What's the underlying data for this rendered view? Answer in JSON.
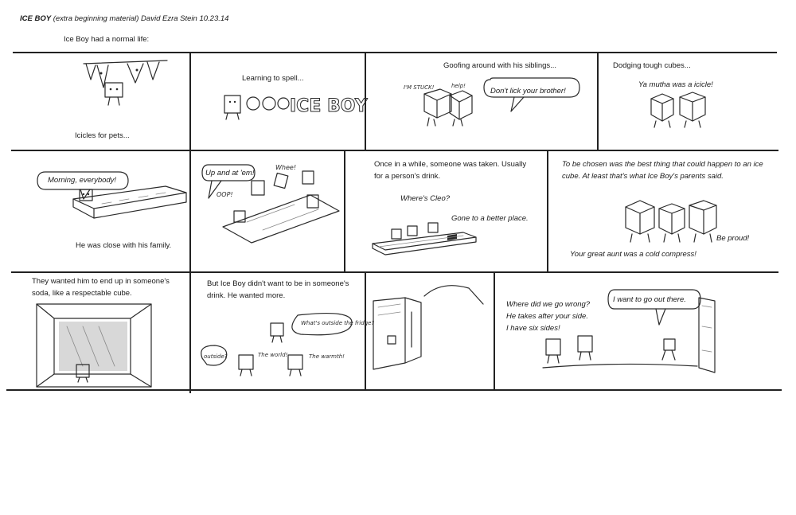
{
  "header": {
    "title_bold": "ICE BOY",
    "title_rest": "(extra beginning material) David Ezra Stein 10.23.14",
    "intro": "Ice Boy had a normal life:"
  },
  "row1": {
    "p1_caption": "Icicles for pets...",
    "p2_caption": "Learning to spell...",
    "p2_letters": "ICE BOY",
    "p3_caption": "Goofing around with his siblings...",
    "p3_balloon": "Don't lick your brother!",
    "p3_sfx_stuck": "I'M STUCK!",
    "p3_sfx_help": "help!",
    "p4_caption": "Dodging tough cubes...",
    "p4_line": "Ya mutha was a icicle!"
  },
  "row2": {
    "p1_balloon": "Morning, everybody!",
    "p1_caption": "He was close with his family.",
    "p2_balloon": "Up and at 'em!",
    "p2_sfx_whee": "Whee!",
    "p2_sfx_oop": "OOP!",
    "p3_caption": "Once in a while, someone was taken. Usually for a person's drink.",
    "p3_line1": "Where's Cleo?",
    "p3_line2": "Gone to a better place.",
    "p4_caption": "To be chosen was the best thing that could happen to an ice cube. At least that's what Ice Boy's parents said.",
    "p4_line1": "Be proud!",
    "p4_line2": "Your great aunt was a cold compress!"
  },
  "row3": {
    "p1_caption": "They wanted him to end up in someone's soda, like a respectable cube.",
    "p2_caption": "But Ice Boy didn't want to be in someone's drink. He wanted more.",
    "p2_sfx_outside": "What's outside the fridge?",
    "p2_sfx_outside2": "outside?",
    "p2_sfx_world": "The world!",
    "p2_sfx_warmth": "The warmth!",
    "p4_line1": "Where did we go wrong?",
    "p4_line2": "He takes after your side.",
    "p4_line3": "I have six sides!",
    "p4_balloon": "I want to go out there."
  }
}
